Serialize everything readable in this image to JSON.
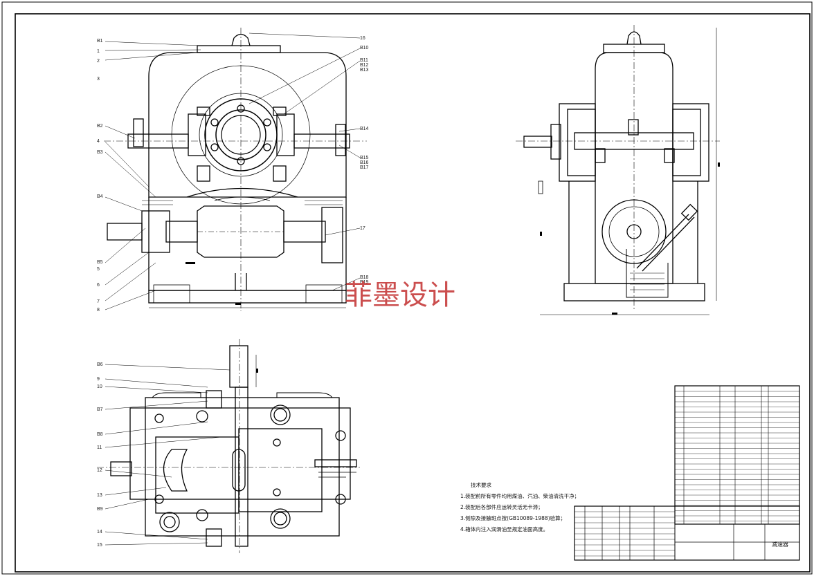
{
  "watermark": "菲墨设计",
  "views": {
    "front": {
      "labels_left": [
        "B1",
        "1",
        "2",
        "3",
        "B2",
        "4",
        "B3",
        "B4",
        "B5",
        "5",
        "6",
        "7",
        "8"
      ],
      "labels_right": [
        "16",
        "B10",
        "B11",
        "B12",
        "B13",
        "B14",
        "B15",
        "B16",
        "B17",
        "17",
        "B18",
        "B19"
      ]
    },
    "top": {
      "labels_left": [
        "B6",
        "9",
        "10",
        "B7",
        "B8",
        "11",
        "12",
        "13",
        "B9",
        "14",
        "15"
      ]
    }
  },
  "notes": {
    "title": "技术要求",
    "items": [
      "1.装配前所有零件均用煤油、汽油、柴油清洗干净；",
      "2.装配后各部件应运转灵活无卡滞；",
      "3.侧隙及接触斑点按(GB10089-1988)验算；",
      "4.箱体内注入润滑油至规定油面高度。"
    ]
  },
  "title_block": {
    "drawing_name": "减速器"
  }
}
